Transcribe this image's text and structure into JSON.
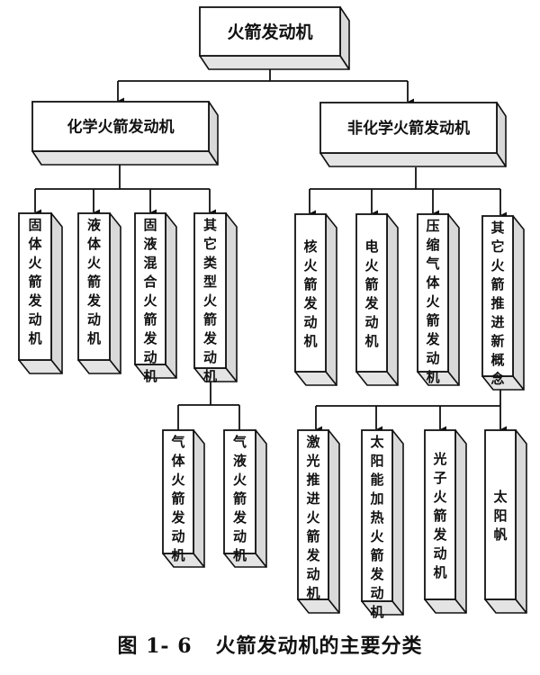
{
  "diagram": {
    "root": {
      "id": "root",
      "label": "火箭发动机",
      "orientation": "horizontal"
    },
    "nodes": [
      {
        "id": "chem",
        "label": "化学火箭发动机",
        "parent": "root",
        "orientation": "horizontal"
      },
      {
        "id": "nonchem",
        "label": "非化学火箭发动机",
        "parent": "root",
        "orientation": "horizontal"
      },
      {
        "id": "solid",
        "label": "固体火箭发动机",
        "parent": "chem",
        "orientation": "vertical"
      },
      {
        "id": "liquid",
        "label": "液体火箭发动机",
        "parent": "chem",
        "orientation": "vertical"
      },
      {
        "id": "hybrid",
        "label": "固液混合火箭发动机",
        "parent": "chem",
        "orientation": "vertical"
      },
      {
        "id": "other-chem",
        "label": "其它类型火箭发动机",
        "parent": "chem",
        "orientation": "vertical"
      },
      {
        "id": "gas",
        "label": "气体火箭发动机",
        "parent": "other-chem",
        "orientation": "vertical"
      },
      {
        "id": "gas-liquid",
        "label": "气液火箭发动机",
        "parent": "other-chem",
        "orientation": "vertical"
      },
      {
        "id": "nuclear",
        "label": "核火箭发动机",
        "parent": "nonchem",
        "orientation": "vertical"
      },
      {
        "id": "electric",
        "label": "电火箭发动机",
        "parent": "nonchem",
        "orientation": "vertical"
      },
      {
        "id": "compressed-gas",
        "label": "压缩气体火箭发动机",
        "parent": "nonchem",
        "orientation": "vertical"
      },
      {
        "id": "new-concepts",
        "label": "其它火箭推进新概念",
        "parent": "nonchem",
        "orientation": "vertical"
      },
      {
        "id": "laser",
        "label": "激光推进火箭发动机",
        "parent": "new-concepts",
        "orientation": "vertical"
      },
      {
        "id": "solar-thermal",
        "label": "太阳能加热火箭发动机",
        "parent": "new-concepts",
        "orientation": "vertical"
      },
      {
        "id": "photon",
        "label": "光子火箭发动机",
        "parent": "new-concepts",
        "orientation": "vertical"
      },
      {
        "id": "solar-sail",
        "label": "太阳帆",
        "parent": "new-concepts",
        "orientation": "vertical"
      }
    ],
    "edges_with_arrows": [
      "root",
      "chem",
      "nonchem",
      "new-concepts"
    ],
    "edges_without_arrows": [
      "other-chem"
    ]
  },
  "caption": {
    "number": "图 1- 6",
    "title": "火箭发动机的主要分类"
  },
  "colors": {
    "face": "#ffffff",
    "side": "#d9d9d9",
    "bottom": "#e4e4e4",
    "line": "#111111"
  }
}
